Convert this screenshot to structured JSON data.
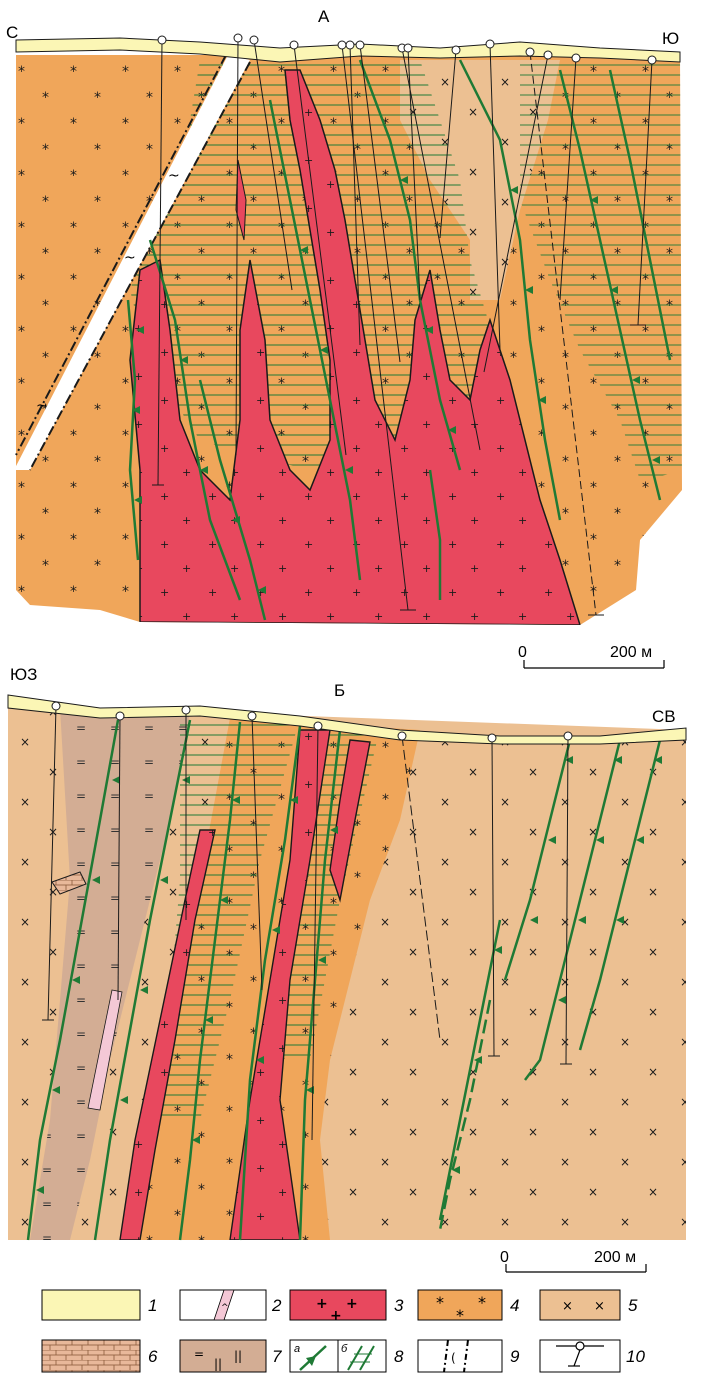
{
  "section_a": {
    "label": "А",
    "left_dir": "С",
    "right_dir": "Ю",
    "scale": {
      "zero": "0",
      "end": "200 м"
    }
  },
  "section_b": {
    "label": "Б",
    "left_dir": "ЮЗ",
    "right_dir": "СВ",
    "scale": {
      "zero": "0",
      "end": "200 м"
    }
  },
  "legend": [
    {
      "num": "1",
      "fill": "#fbf6b5",
      "pattern": "plain"
    },
    {
      "num": "2",
      "fill": "#f4c8d6",
      "pattern": "dike"
    },
    {
      "num": "3",
      "fill": "#e8485e",
      "pattern": "plus"
    },
    {
      "num": "4",
      "fill": "#f0a65a",
      "pattern": "star"
    },
    {
      "num": "5",
      "fill": "#ecc092",
      "pattern": "cross"
    },
    {
      "num": "6",
      "fill": "#e8b89a",
      "pattern": "brick"
    },
    {
      "num": "7",
      "fill": "#d3ad94",
      "pattern": "dash"
    },
    {
      "num": "8",
      "fill": "#ffffff",
      "pattern": "zone",
      "sub_a": "а",
      "sub_b": "б"
    },
    {
      "num": "9",
      "fill": "#ffffff",
      "pattern": "fault"
    },
    {
      "num": "10",
      "fill": "#ffffff",
      "pattern": "borehole"
    }
  ],
  "colors": {
    "cover": "#fbf6b5",
    "granite": "#e8485e",
    "granodiorite": "#f0a65a",
    "diorite": "#ecc092",
    "schist": "#d3ad94",
    "zone_green": "#1f7a35"
  }
}
